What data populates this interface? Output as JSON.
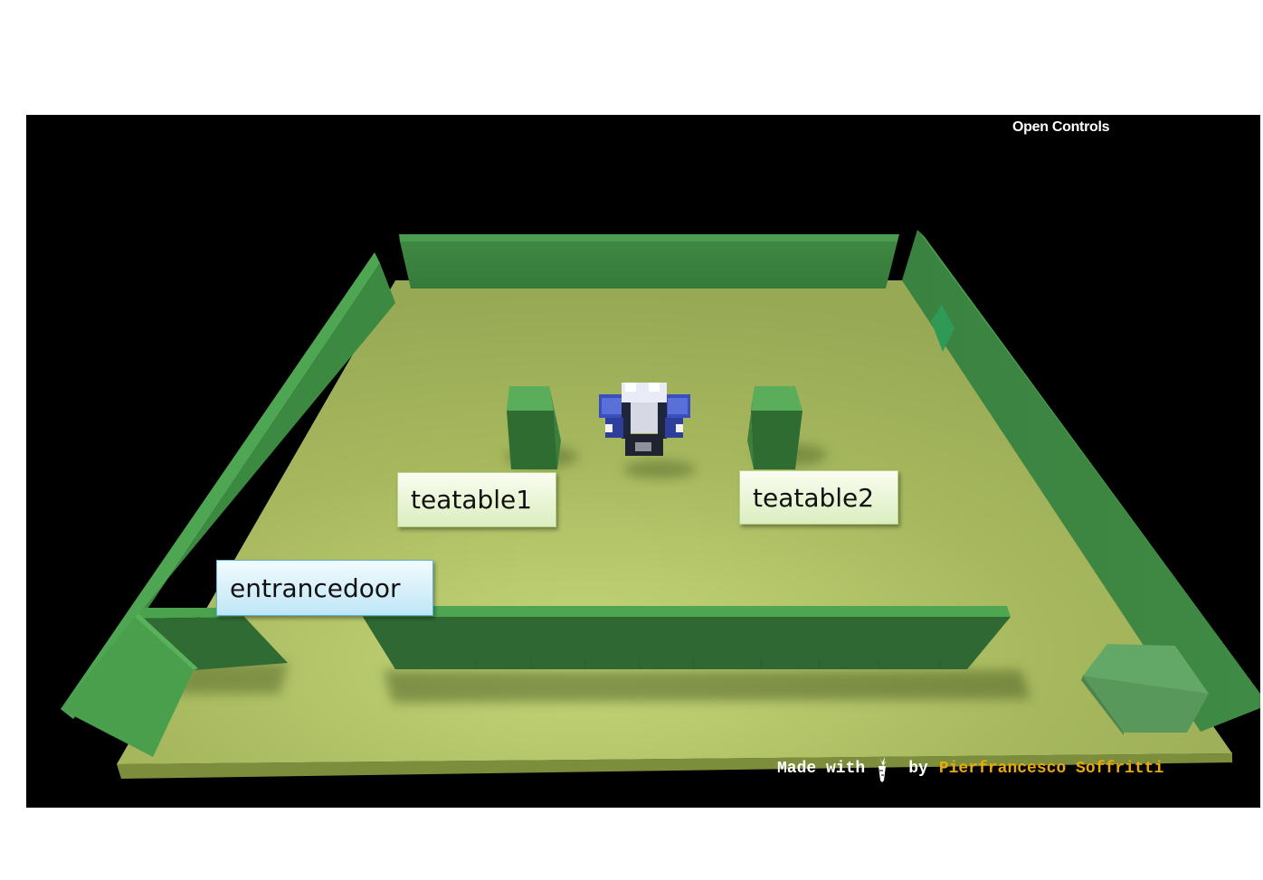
{
  "controls": {
    "open_label": "Open Controls"
  },
  "credits": {
    "made_with": "Made with",
    "by": "by",
    "author": "Pierfrancesco Soffritti",
    "icon": "carrot-icon"
  },
  "labels": {
    "teatable1": "teatable1",
    "teatable2": "teatable2",
    "entrancedoor": "entrancedoor"
  },
  "colors": {
    "background": "#000000",
    "floor": "#a7b85e",
    "wall": "#3f8a42",
    "wall_top": "#4da04f",
    "author": "#e7a90d",
    "table_label_bg": "#e8f5d4",
    "door_label_bg": "#d8f1fb"
  }
}
